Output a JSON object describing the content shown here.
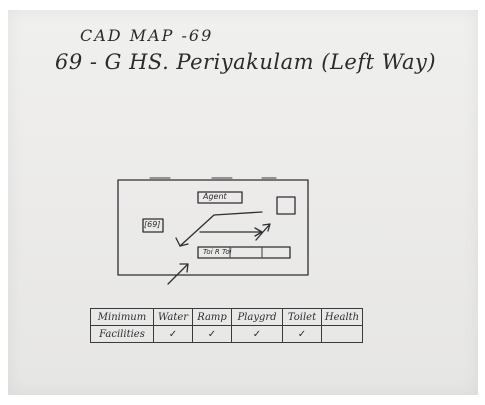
{
  "header": {
    "line1": "CAD MAP -69",
    "line2": "69 - G HS. Periyakulam (Left Way)"
  },
  "map": {
    "room_label_top": "Agent",
    "room_label_left": "[69]",
    "room_label_bottom": "Toi  R  Toi"
  },
  "table": {
    "row1": [
      "Minimum",
      "Water",
      "Ramp",
      "Playgrd",
      "Toilet",
      "Health"
    ],
    "row2": [
      "Facilities",
      "✓",
      "✓",
      "✓",
      "✓",
      ""
    ]
  }
}
